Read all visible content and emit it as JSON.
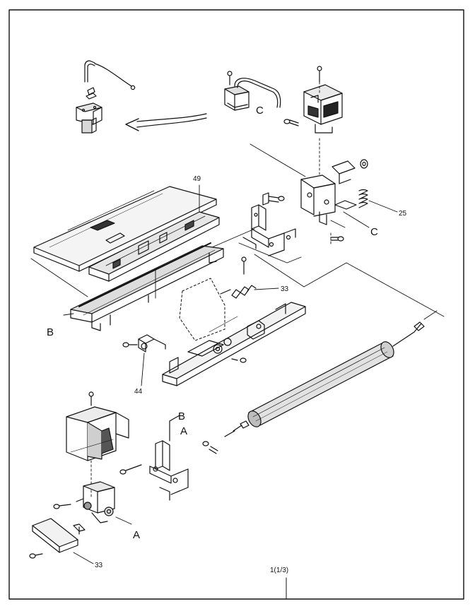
{
  "diagram": {
    "footer_label": "1(1/3)",
    "callouts": {
      "c_top": "C",
      "c_right": "C",
      "b_left": "B",
      "b_lower": "B",
      "a_lower": "A",
      "a_bottom": "A",
      "n49": "49",
      "n25": "25",
      "n33_mid": "33",
      "n44": "44",
      "n33_bottom": "33"
    }
  }
}
